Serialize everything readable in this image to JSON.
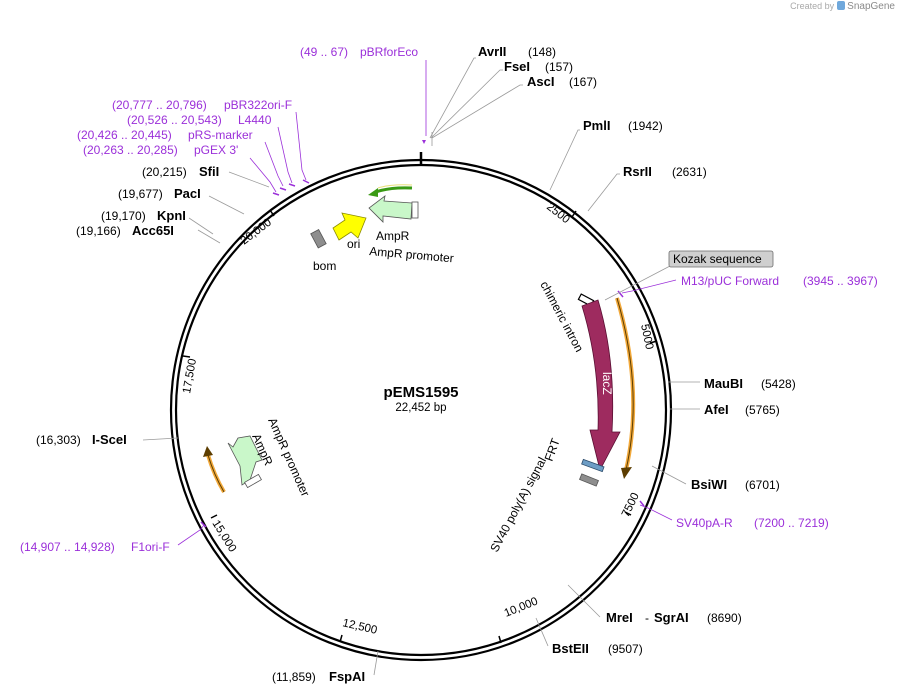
{
  "credit": {
    "prefix": "Created by",
    "brand": "SnapGene"
  },
  "plasmid": {
    "name": "pEMS1595",
    "length": "22,452 bp"
  },
  "ticks": [
    "2500",
    "5000",
    "7500",
    "10,000",
    "12,500",
    "15,000",
    "17,500",
    "20,000"
  ],
  "sites": [
    {
      "name": "AvrII",
      "pos": "(148)"
    },
    {
      "name": "FseI",
      "pos": "(157)"
    },
    {
      "name": "AscI",
      "pos": "(167)"
    },
    {
      "name": "PmlI",
      "pos": "(1942)"
    },
    {
      "name": "RsrII",
      "pos": "(2631)"
    },
    {
      "name": "MauBI",
      "pos": "(5428)"
    },
    {
      "name": "AfeI",
      "pos": "(5765)"
    },
    {
      "name": "BsiWI",
      "pos": "(6701)"
    },
    {
      "name": "MreI",
      "name2": "SgrAI",
      "pos": "(8690)"
    },
    {
      "name": "BstEII",
      "pos": "(9507)"
    },
    {
      "name": "FspAI",
      "pos": "(11,859)"
    },
    {
      "name": "I-SceI",
      "pos": "(16,303)"
    },
    {
      "name": "Acc65I",
      "pos": "(19,166)"
    },
    {
      "name": "KpnI",
      "pos": "(19,170)"
    },
    {
      "name": "PacI",
      "pos": "(19,677)"
    },
    {
      "name": "SfiI",
      "pos": "(20,215)"
    }
  ],
  "primers": [
    {
      "name": "pBRforEco",
      "pos": "(49 .. 67)"
    },
    {
      "name": "pBR322ori-F",
      "pos": "(20,777 .. 20,796)"
    },
    {
      "name": "L4440",
      "pos": "(20,526 .. 20,543)"
    },
    {
      "name": "pRS-marker",
      "pos": "(20,426 .. 20,445)"
    },
    {
      "name": "pGEX 3'",
      "pos": "(20,263 .. 20,285)"
    },
    {
      "name": "M13/pUC Forward",
      "pos": "(3945 .. 3967)"
    },
    {
      "name": "SV40pA-R",
      "pos": "(7200 .. 7219)"
    },
    {
      "name": "F1ori-F",
      "pos": "(14,907 .. 14,928)"
    }
  ],
  "features": {
    "bom": "bom",
    "ori": "ori",
    "ampr1": "AmpR",
    "ampr_promoter1": "AmpR promoter",
    "ampr2": "AmpR",
    "ampr_promoter2": "AmpR promoter",
    "chimeric_intron": "chimeric intron",
    "lacz": "lacZ",
    "frt": "FRT",
    "sv40_polya": "SV40 poly(A) signal",
    "kozak": "Kozak sequence"
  }
}
